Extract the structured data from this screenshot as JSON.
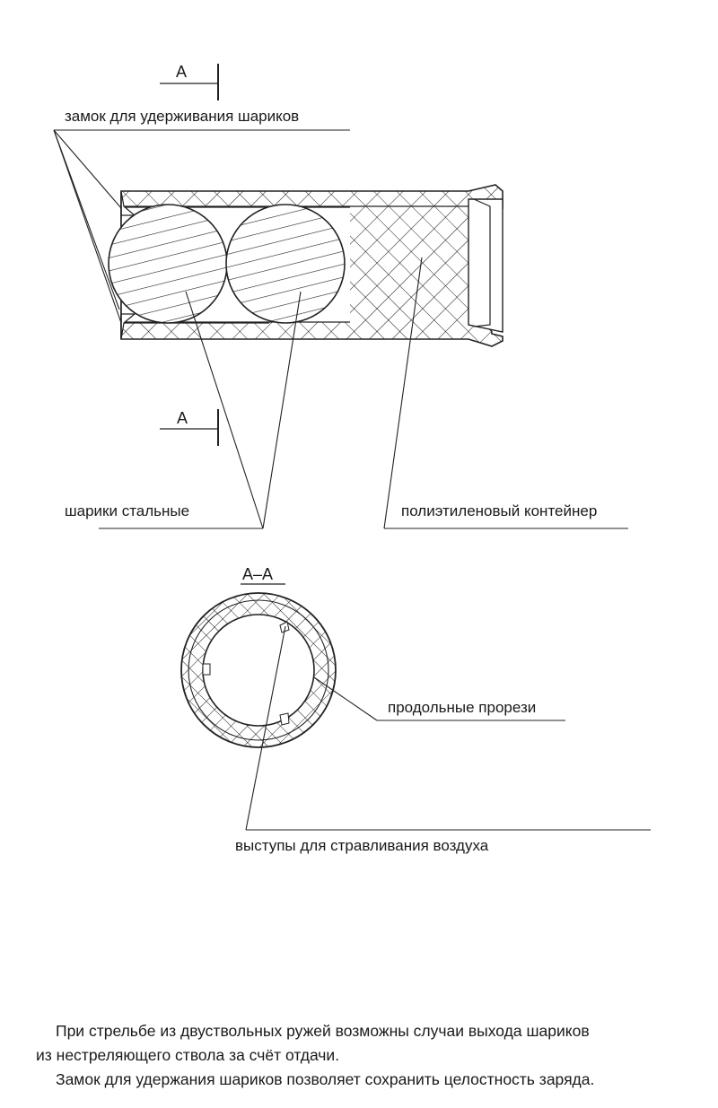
{
  "labels": {
    "section_marker": "А",
    "ball_lock": "замок для удерживания шариков",
    "steel_balls": "шарики стальные",
    "container": "полиэтиленовый контейнер",
    "section_title": "А–А",
    "slots": "продольные прорези",
    "vents": "выступы для стравливания воздуха"
  },
  "caption": {
    "line1": "При стрельбе из двуствольных ружей возможны случаи выхода шариков",
    "line2": "из нестреляющего ствола за счёт отдачи.",
    "line3": "Замок для удержания шариков позволяет сохранить целостность заряда."
  }
}
